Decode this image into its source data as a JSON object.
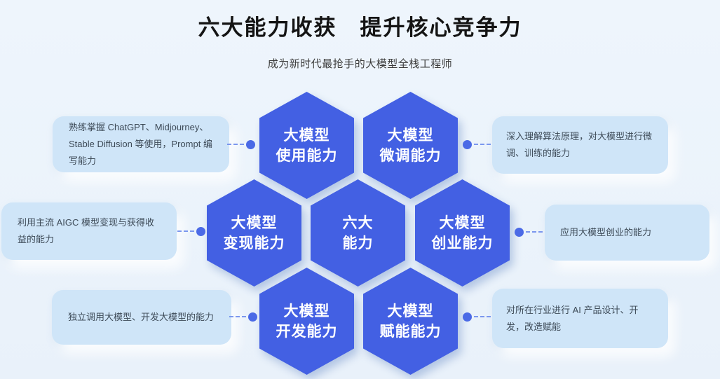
{
  "header": {
    "title": "六大能力收获　提升核心竞争力",
    "subtitle": "成为新时代最抢手的大模型全栈工程师"
  },
  "hexagons": [
    {
      "name": "usage",
      "line1": "大模型",
      "line2": "使用能力"
    },
    {
      "name": "finetune",
      "line1": "大模型",
      "line2": "微调能力"
    },
    {
      "name": "monetize",
      "line1": "大模型",
      "line2": "变现能力"
    },
    {
      "name": "core",
      "line1": "六大",
      "line2": "能力"
    },
    {
      "name": "startup",
      "line1": "大模型",
      "line2": "创业能力"
    },
    {
      "name": "develop",
      "line1": "大模型",
      "line2": "开发能力"
    },
    {
      "name": "empower",
      "line1": "大模型",
      "line2": "赋能能力"
    }
  ],
  "notes": [
    {
      "side": "left",
      "links_to": "usage",
      "text": "熟练掌握 ChatGPT、Midjourney、Stable Diffusion 等使用，Prompt 编写能力"
    },
    {
      "side": "left",
      "links_to": "monetize",
      "text": "利用主流 AIGC 模型变现与获得收益的能力"
    },
    {
      "side": "left",
      "links_to": "develop",
      "text": "独立调用大模型、开发大模型的能力"
    },
    {
      "side": "right",
      "links_to": "finetune",
      "text": "深入理解算法原理，对大模型进行微调、训练的能力"
    },
    {
      "side": "right",
      "links_to": "startup",
      "text": "应用大模型创业的能力"
    },
    {
      "side": "right",
      "links_to": "empower",
      "text": "对所在行业进行 AI 产品设计、开发，改造赋能"
    }
  ],
  "colors": {
    "background": "#ecf3fb",
    "hexagon_fill": "#4360e3",
    "hexagon_text": "#ffffff",
    "note_background": "#cfe5f8",
    "note_text": "#3d4a57",
    "connector_dot": "#4b6ae6",
    "connector_dash": "#7b97ee",
    "title_text": "#141414"
  }
}
